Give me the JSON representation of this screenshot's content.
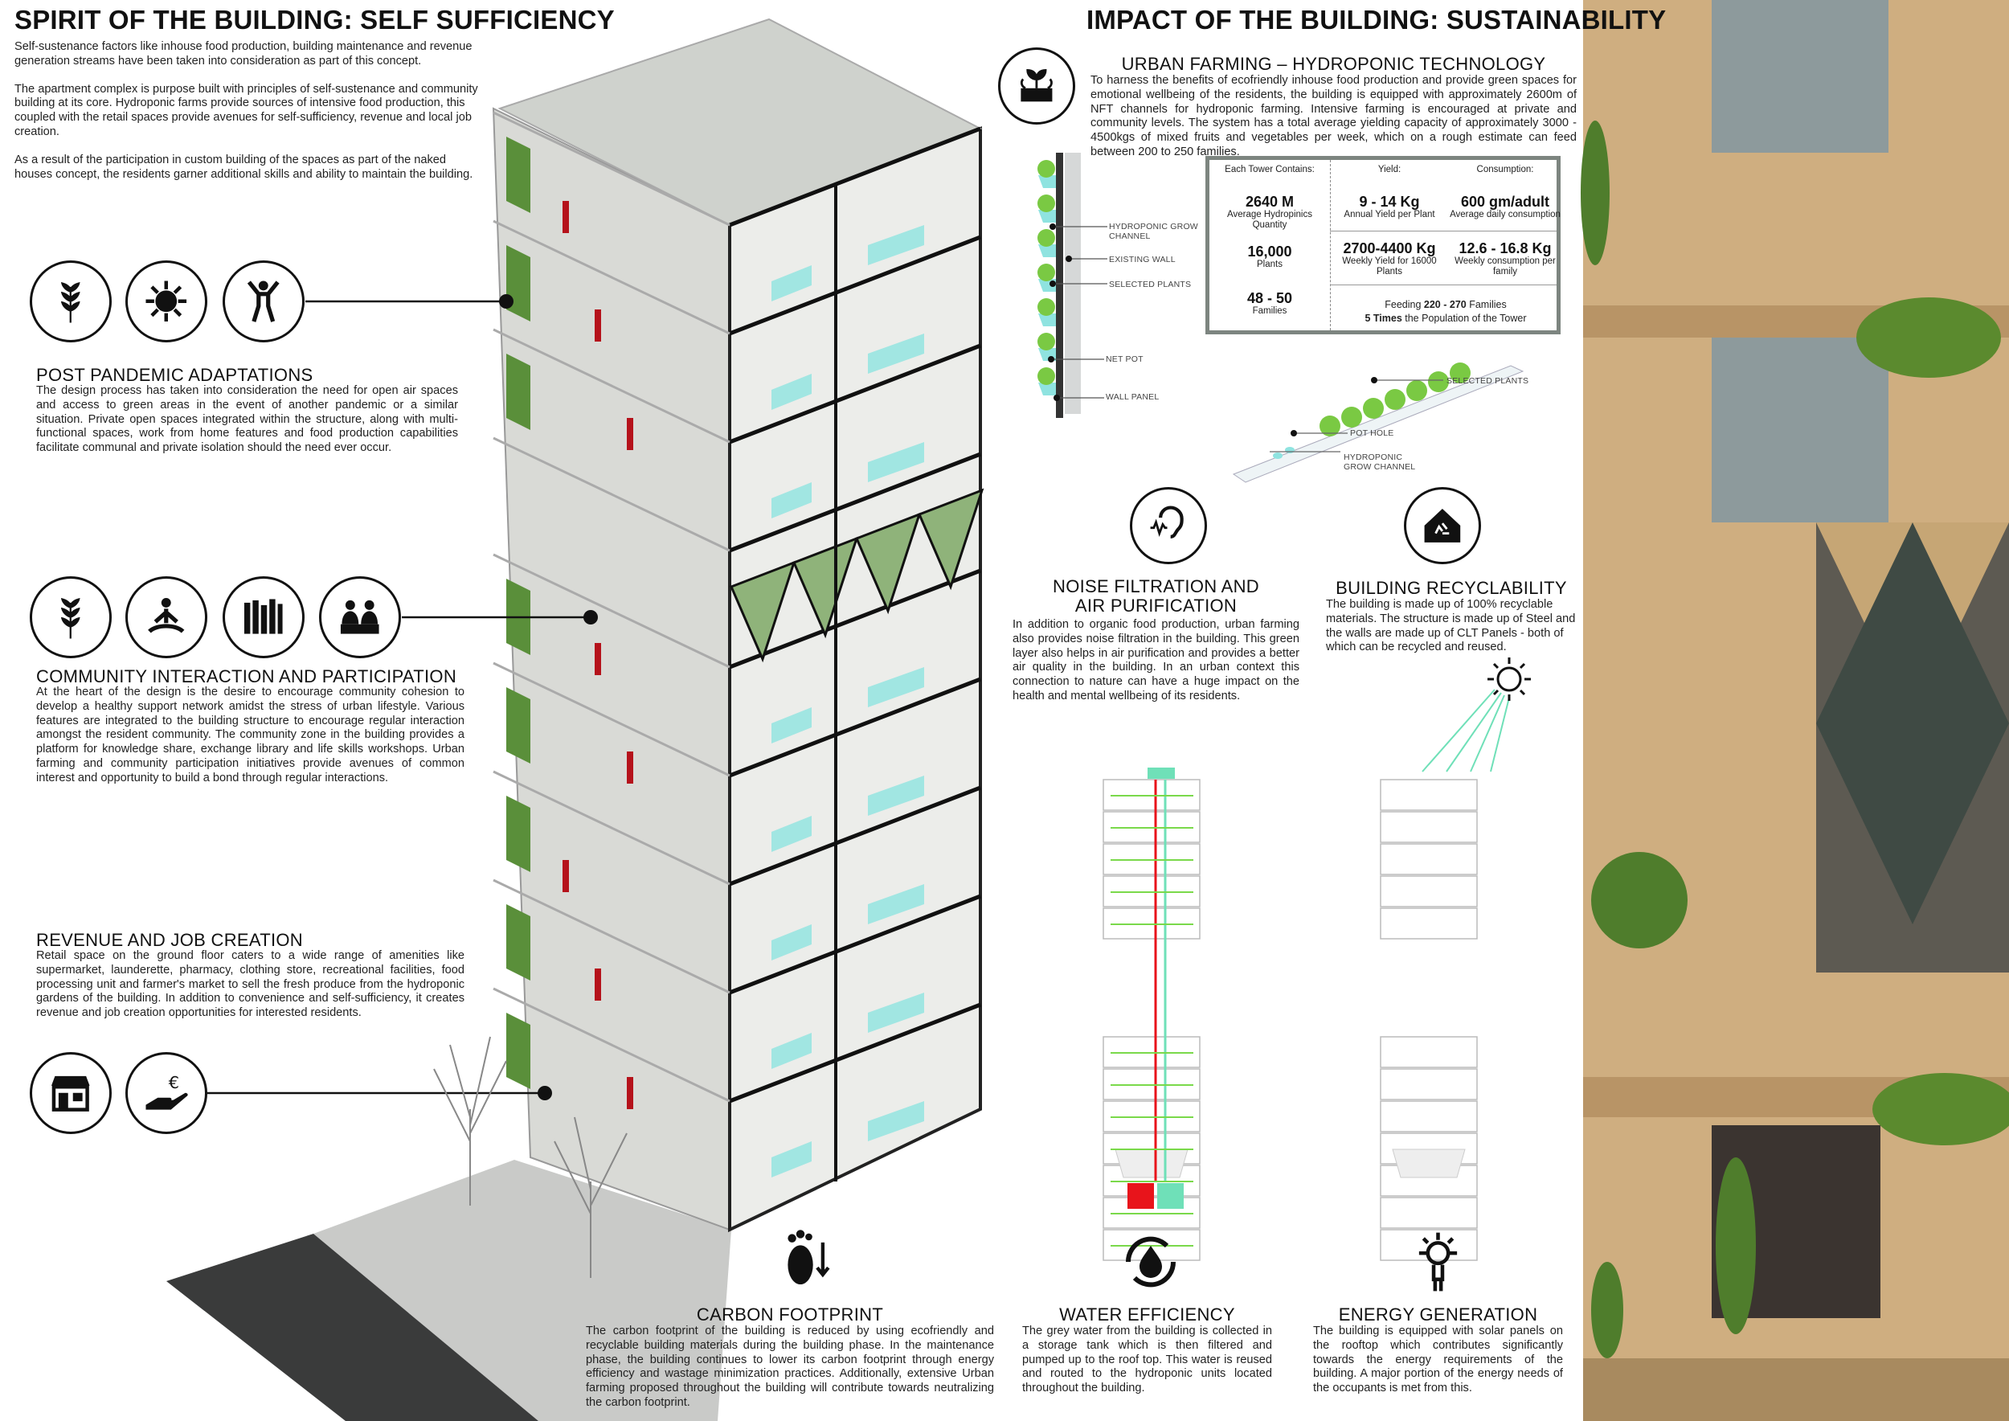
{
  "left": {
    "title": "SPIRIT OF THE BUILDING: SELF SUFFICIENCY",
    "intro": [
      "Self-sustenance factors like inhouse food production, building maintenance and revenue generation streams have been taken into consideration as part of this concept.",
      "The apartment complex is purpose built with principles of self-sustenance and community building at its core. Hydroponic farms provide sources of intensive food production, this coupled with the retail spaces provide avenues for self-sufficiency, revenue and local job creation.",
      "As a result of the participation in custom building of the spaces as part of the naked houses concept, the residents garner additional skills and ability to maintain the building."
    ],
    "sections": [
      {
        "heading": "POST PANDEMIC ADAPTATIONS",
        "body": "The design process has taken into consideration the need for open air spaces and access to green areas in the event of another pandemic or a similar situation. Private open spaces integrated within the structure, along with multi-functional spaces, work from home features and food production capabilities facilitate communal and private isolation should the need ever occur.",
        "icons": [
          "wheat-icon",
          "sun-icon",
          "person-arms-up-icon"
        ]
      },
      {
        "heading": "COMMUNITY INTERACTION AND PARTICIPATION",
        "body": "At the heart of the design is the desire to encourage community cohesion to develop a healthy support network amidst the stress of urban lifestyle. Various features are integrated to the building structure to encourage regular interaction amongst the resident community. The community zone in the building provides a platform for knowledge share, exchange library and life skills workshops. Urban farming and community participation initiatives provide avenues of common interest and opportunity to build a bond through regular interactions.",
        "icons": [
          "wheat-icon",
          "meditation-icon",
          "books-icon",
          "meeting-icon"
        ]
      },
      {
        "heading": "REVENUE AND JOB CREATION",
        "body": "Retail space on the ground floor caters to a wide range of amenities like supermarket, launderette, pharmacy, clothing store, recreational facilities, food processing unit and farmer's market to sell the fresh produce from the hydroponic gardens of the building. In addition to convenience and self-sufficiency, it creates revenue and job creation opportunities for interested residents.",
        "icons": [
          "shop-icon",
          "euro-hand-icon"
        ]
      }
    ]
  },
  "right": {
    "title": "IMPACT OF THE BUILDING: SUSTAINABILITY",
    "farming": {
      "heading": "URBAN FARMING – HYDROPONIC TECHNOLOGY",
      "body": "To harness the benefits of ecofriendly inhouse food production and provide green spaces for emotional wellbeing of the residents, the building is equipped with approximately 2600m of NFT channels for hydroponic farming. Intensive farming is encouraged at private and community levels. The system has a total average yielding capacity of approximately 3000 - 4500kgs of mixed fruits and vegetables per week, which on a rough estimate can feed between 200 to 250 families."
    },
    "wall_labels": [
      "HYDROPONIC  GROW CHANNEL",
      "EXISTING WALL",
      "SELECTED PLANTS",
      "NET POT",
      "WALL PANEL"
    ],
    "channel_labels": [
      "SELECTED PLANTS",
      "POT HOLE",
      "HYDROPONIC GROW CHANNEL"
    ],
    "table": {
      "col1_header": "Each Tower Contains:",
      "col2_header": "Yield:",
      "col3_header": "Consumption:",
      "c1": [
        {
          "value": "2640 M",
          "label": "Average Hydropinics Quantity"
        },
        {
          "value": "16,000",
          "label": "Plants"
        },
        {
          "value": "48 - 50",
          "label": "Families"
        }
      ],
      "c2": [
        {
          "value": "9 - 14 Kg",
          "label": "Annual Yield per Plant"
        },
        {
          "value": "2700-4400 Kg",
          "label": "Weekly Yield for 16000 Plants"
        }
      ],
      "c3": [
        {
          "value": "600 gm/adult",
          "label": "Average daily consumption"
        },
        {
          "value": "12.6 - 16.8 Kg",
          "label": "Weekly consumption per family"
        }
      ],
      "feeding_pre": "Feeding ",
      "feeding_bold": "220 - 270",
      "feeding_post": " Families",
      "times_bold": "5 Times",
      "times_post": " the Population of the Tower"
    },
    "noise": {
      "heading1": "NOISE FILTRATION AND",
      "heading2": "AIR PURIFICATION",
      "body": "In addition to organic food production, urban farming also provides noise filtration in the building. This green layer also helps in air purification and provides a better air quality in the building. In an urban context this connection to nature can have a huge impact on the health and mental wellbeing of its residents."
    },
    "recycle": {
      "heading": "BUILDING RECYCLABILITY",
      "body": "The building is made up of 100% recyclable materials. The structure is made up of Steel and the walls are made up of CLT Panels - both of which can be recycled and reused."
    },
    "carbon": {
      "heading": "CARBON FOOTPRINT",
      "body": "The carbon footprint of the building is reduced by using ecofriendly and recyclable building materials during the building phase. In the maintenance phase, the building continues to lower its carbon footprint through energy efficiency and wastage minimization practices. Additionally, extensive Urban farming proposed throughout the building will contribute towards neutralizing the carbon footprint."
    },
    "water": {
      "heading": "WATER EFFICIENCY",
      "body": "The grey water from the building is collected in a storage tank which is then filtered and pumped up to the roof top. This water is reused and routed to the hydroponic units located throughout the building."
    },
    "energy": {
      "heading": "ENERGY GENERATION",
      "body": "The building is equipped with solar panels on the rooftop which contributes significantly towards the energy requirements of the building. A major portion of the energy needs of the occupants is met from this."
    }
  },
  "colors": {
    "green": "#7ac943",
    "cyan": "#8fe3e0",
    "red": "#c8102e",
    "wood": "#cfae80",
    "mint": "#6fe0b8"
  }
}
